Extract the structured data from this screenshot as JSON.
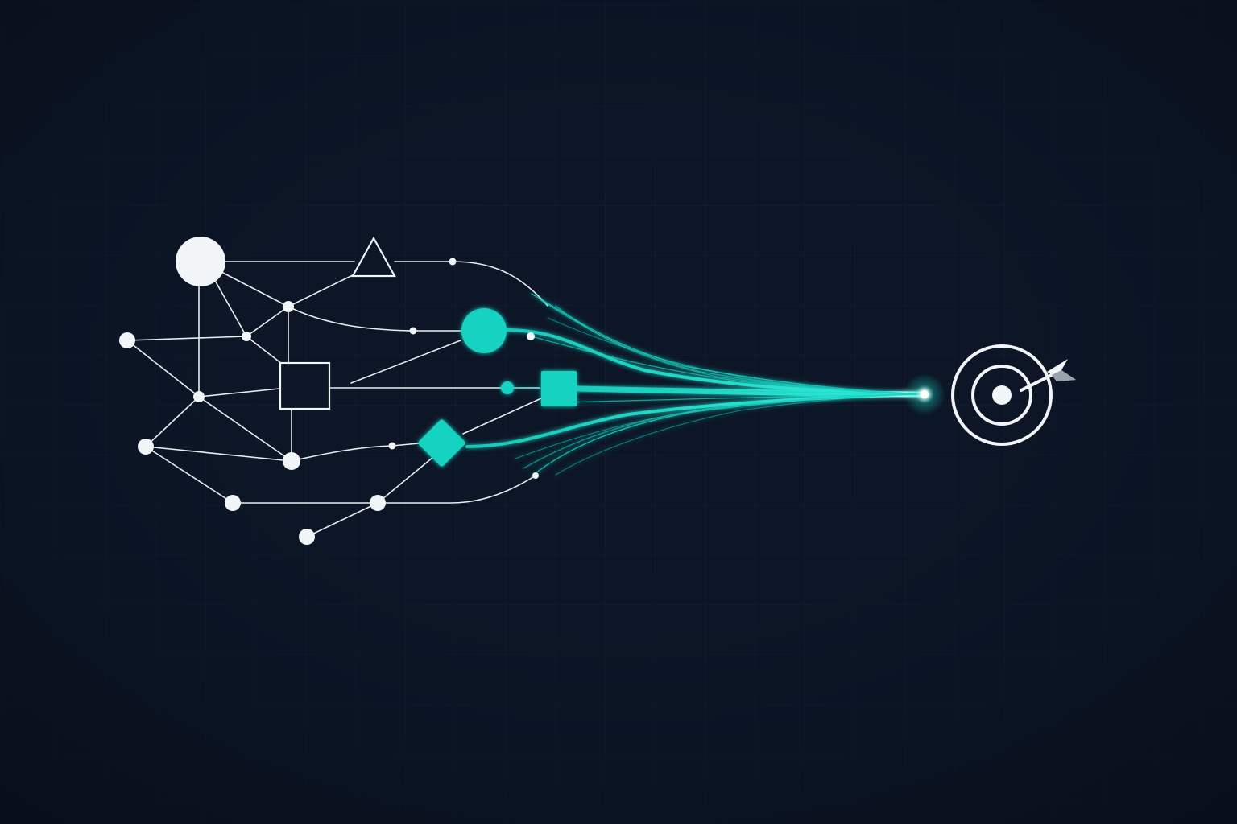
{
  "colors": {
    "background": "#0c1626",
    "grid_line": "#16223a",
    "network_white": "#f2f5f8",
    "accent_teal": "#19d2c1",
    "focus_glow": "#ffffff"
  },
  "diagram": {
    "texts": [],
    "target_icon": "target-with-arrow-icon",
    "node_shapes": [
      "circle",
      "triangle",
      "square",
      "diamond",
      "dot"
    ]
  }
}
